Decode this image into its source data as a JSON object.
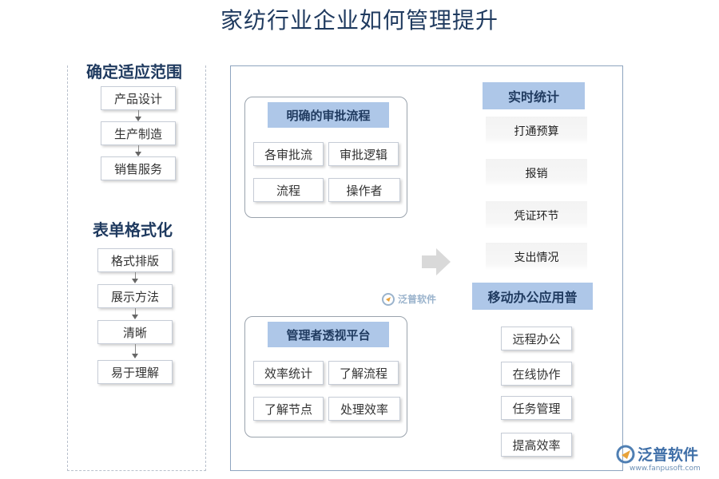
{
  "title": "家纺行业企业如何管理提升",
  "left": {
    "section1": {
      "heading": "确定适应范围",
      "items": [
        "产品设计",
        "生产制造",
        "销售服务"
      ]
    },
    "section2": {
      "heading": "表单格式化",
      "items": [
        "格式排版",
        "展示方法",
        "清晰",
        "易于理解"
      ]
    }
  },
  "groups": {
    "approval": {
      "heading": "明确的审批流程",
      "items": [
        "各审批流",
        "审批逻辑",
        "流程",
        "操作者"
      ]
    },
    "manager": {
      "heading": "管理者透视平台",
      "items": [
        "效率统计",
        "了解流程",
        "了解节点",
        "处理效率"
      ]
    }
  },
  "right": {
    "stats": {
      "heading": "实时统计",
      "items": [
        "打通预算",
        "报销",
        "凭证环节",
        "支出情况"
      ]
    },
    "mobile": {
      "heading": "移动办公应用普",
      "items": [
        "远程办公",
        "在线协作",
        "任务管理",
        "提高效率"
      ]
    }
  },
  "watermark_center": "泛普软件",
  "watermark_corner": {
    "brand": "泛普软件",
    "url": "www.fanpusoft.com"
  },
  "colors": {
    "title": "#1f3a5f",
    "header_fill": "#aec7e8",
    "arrow": "#d9d9d9",
    "frame": "#8ea4bf"
  }
}
